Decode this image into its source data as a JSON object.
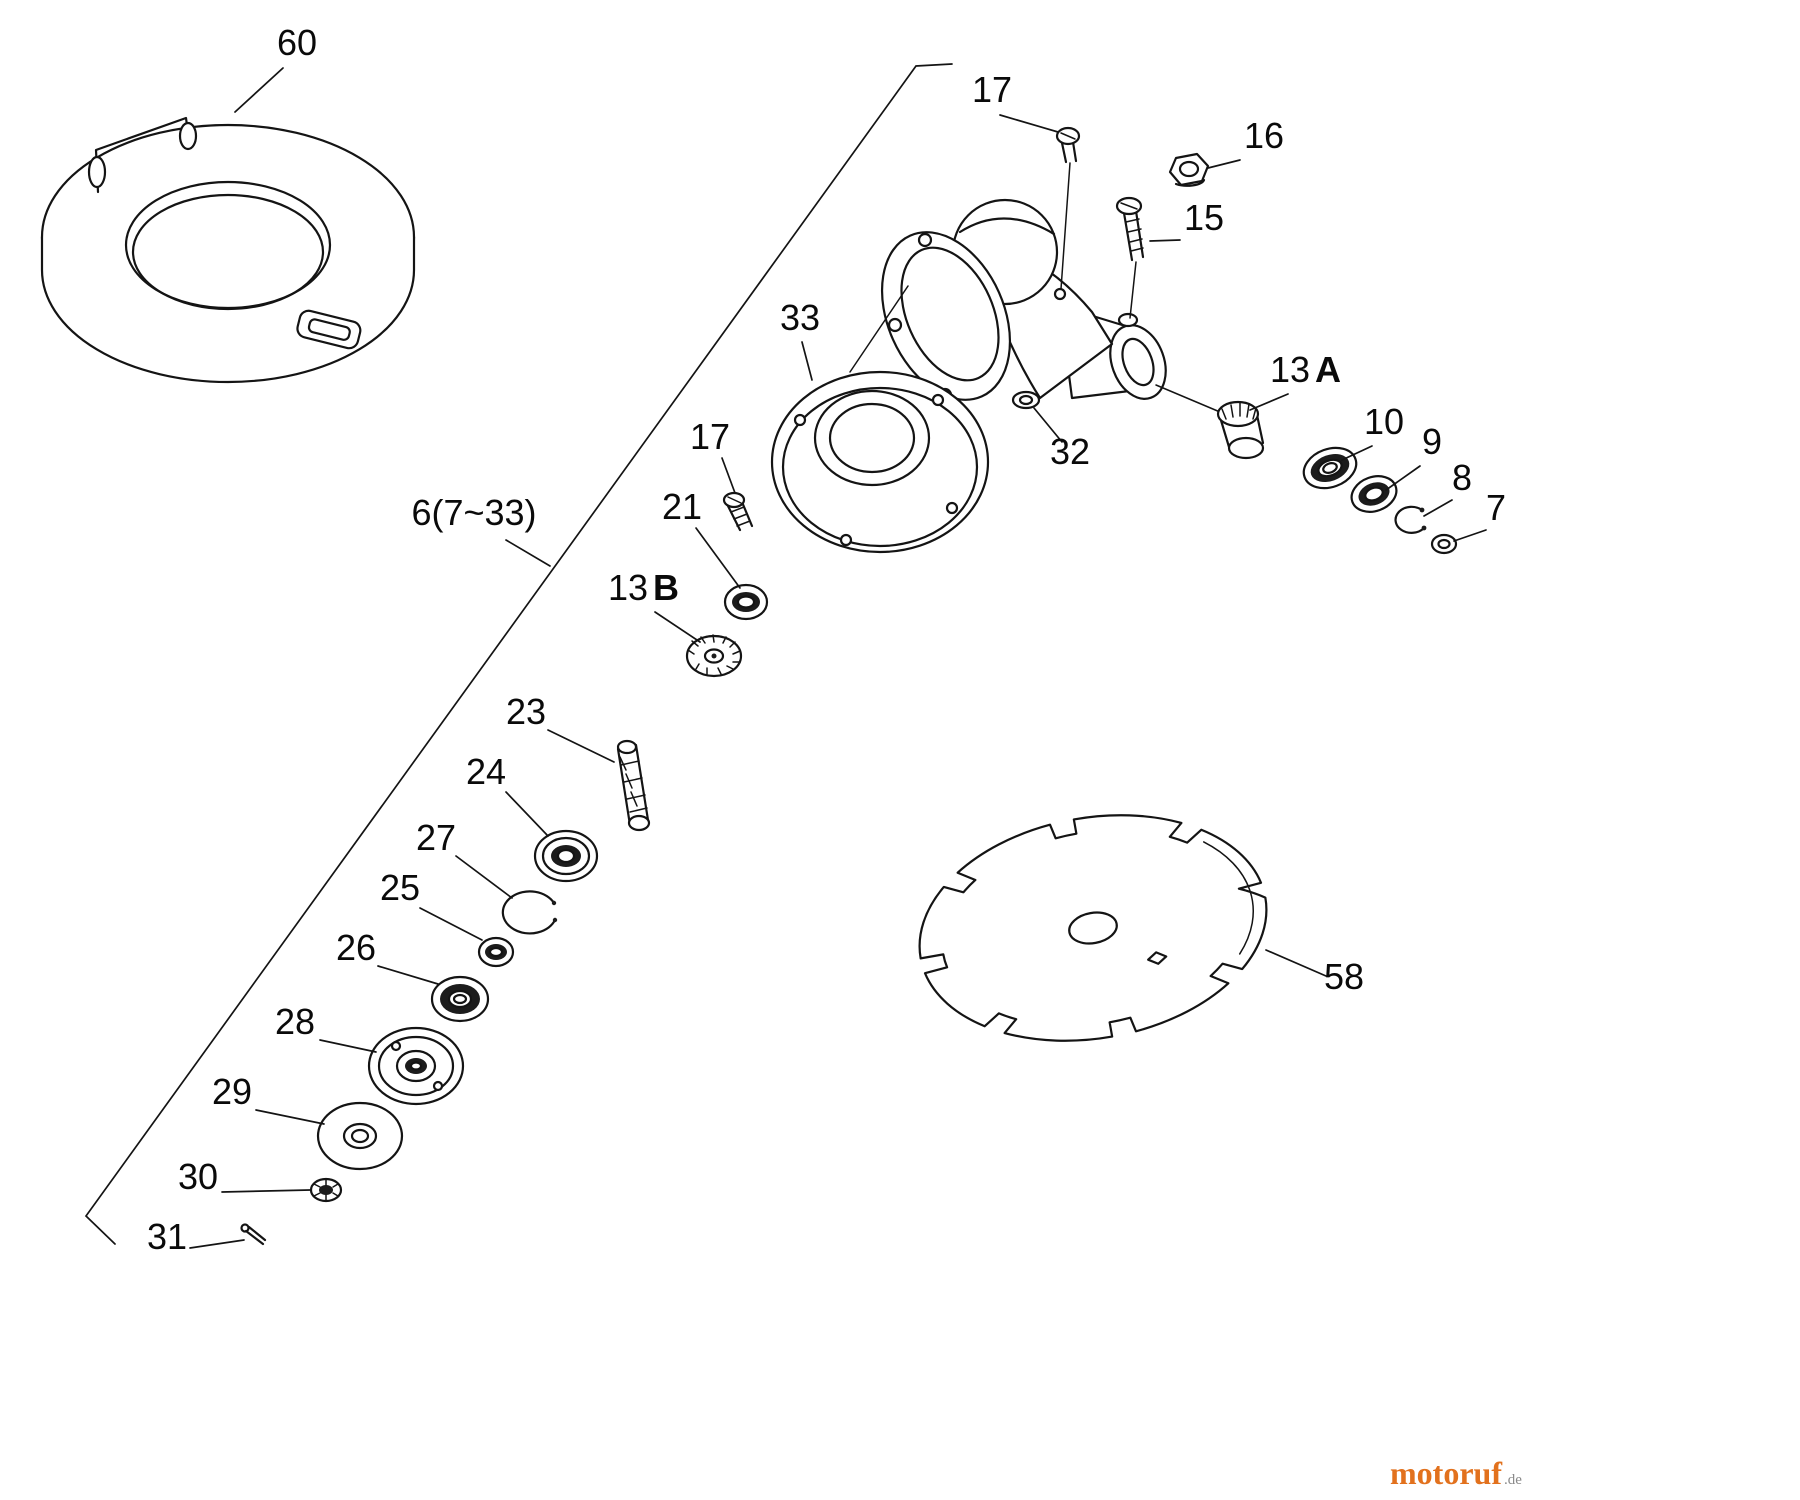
{
  "page": {
    "background": "#ffffff",
    "ink": "#141414"
  },
  "diagram": {
    "type": "exploded-parts-diagram",
    "subject": "Brushcutter gear case, debris shield and blade assembly",
    "labels": {
      "shield": "60",
      "screw_top": "17",
      "nut16": "16",
      "bolt15": "15",
      "cover33": "33",
      "coupler_num": "13",
      "coupler_letter": "A",
      "bearing10": "10",
      "bearing9": "9",
      "snapring8": "8",
      "washer7": "7",
      "washer32": "32",
      "group": "6(7~33)",
      "screw_mid": "17",
      "bearing21": "21",
      "gear_num": "13",
      "gear_letter": "B",
      "shaft23": "23",
      "bearing24": "24",
      "ring27": "27",
      "bearing25": "25",
      "bearing26": "26",
      "drum28": "28",
      "washer29": "29",
      "nut30": "30",
      "pin31": "31",
      "blade58": "58"
    },
    "watermark": {
      "brand": "motoruf",
      "tld": ".de",
      "brand_color": "#e2711d",
      "tld_color": "#8a8a8a"
    }
  }
}
